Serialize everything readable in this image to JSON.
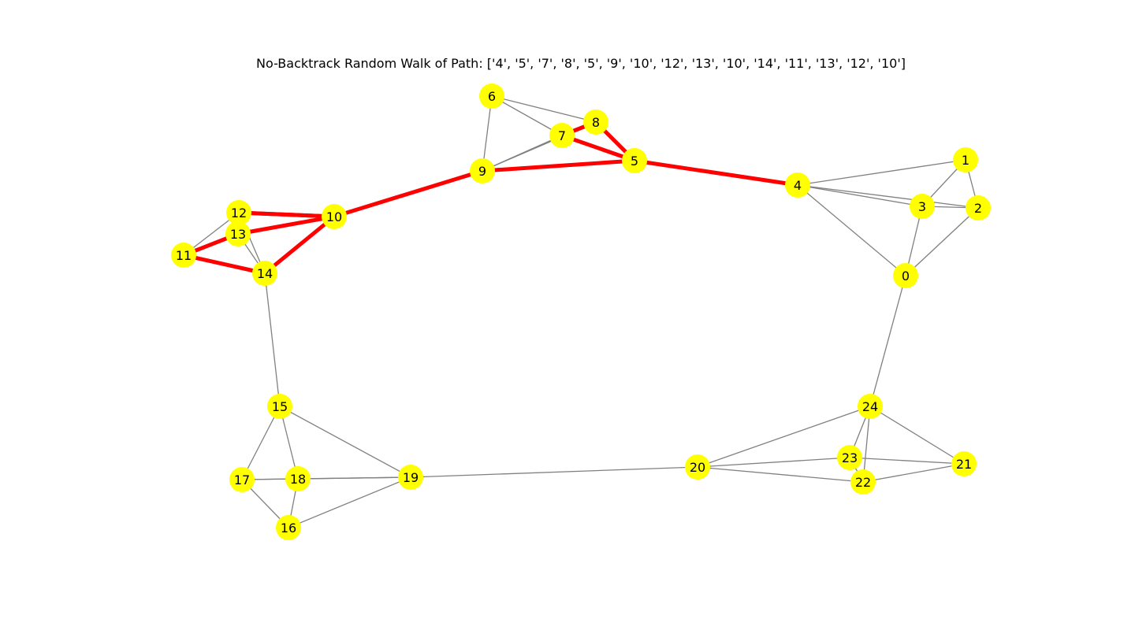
{
  "title": "No-Backtrack Random Walk of Path: ['4', '5', '7', '8', '5', '9', '10', '12', '13', '10', '14', '11', '13', '12', '10']",
  "colors": {
    "node_fill": "#ffff00",
    "edge": "#808080",
    "path_edge": "#ff0000",
    "label": "#000000",
    "background": "#ffffff"
  },
  "nodes": [
    "0",
    "1",
    "2",
    "3",
    "4",
    "5",
    "6",
    "7",
    "8",
    "9",
    "10",
    "11",
    "12",
    "13",
    "14",
    "15",
    "16",
    "17",
    "18",
    "19",
    "20",
    "21",
    "22",
    "23",
    "24"
  ],
  "edges": [
    [
      "4",
      "1"
    ],
    [
      "4",
      "3"
    ],
    [
      "4",
      "2"
    ],
    [
      "4",
      "0"
    ],
    [
      "1",
      "3"
    ],
    [
      "1",
      "2"
    ],
    [
      "3",
      "2"
    ],
    [
      "3",
      "0"
    ],
    [
      "2",
      "0"
    ],
    [
      "0",
      "24"
    ],
    [
      "6",
      "8"
    ],
    [
      "6",
      "7"
    ],
    [
      "6",
      "9"
    ],
    [
      "9",
      "7"
    ],
    [
      "9",
      "8"
    ],
    [
      "12",
      "11"
    ],
    [
      "13",
      "14"
    ],
    [
      "12",
      "14"
    ],
    [
      "14",
      "15"
    ],
    [
      "15",
      "17"
    ],
    [
      "15",
      "18"
    ],
    [
      "15",
      "19"
    ],
    [
      "17",
      "18"
    ],
    [
      "17",
      "16"
    ],
    [
      "18",
      "16"
    ],
    [
      "18",
      "19"
    ],
    [
      "17",
      "19"
    ],
    [
      "19",
      "16"
    ],
    [
      "19",
      "20"
    ],
    [
      "20",
      "24"
    ],
    [
      "20",
      "23"
    ],
    [
      "20",
      "22"
    ],
    [
      "24",
      "23"
    ],
    [
      "24",
      "22"
    ],
    [
      "24",
      "21"
    ],
    [
      "23",
      "21"
    ],
    [
      "22",
      "21"
    ],
    [
      "23",
      "22"
    ]
  ],
  "path": [
    "4",
    "5",
    "7",
    "8",
    "5",
    "9",
    "10",
    "12",
    "13",
    "10",
    "14",
    "11",
    "13",
    "12",
    "10"
  ]
}
